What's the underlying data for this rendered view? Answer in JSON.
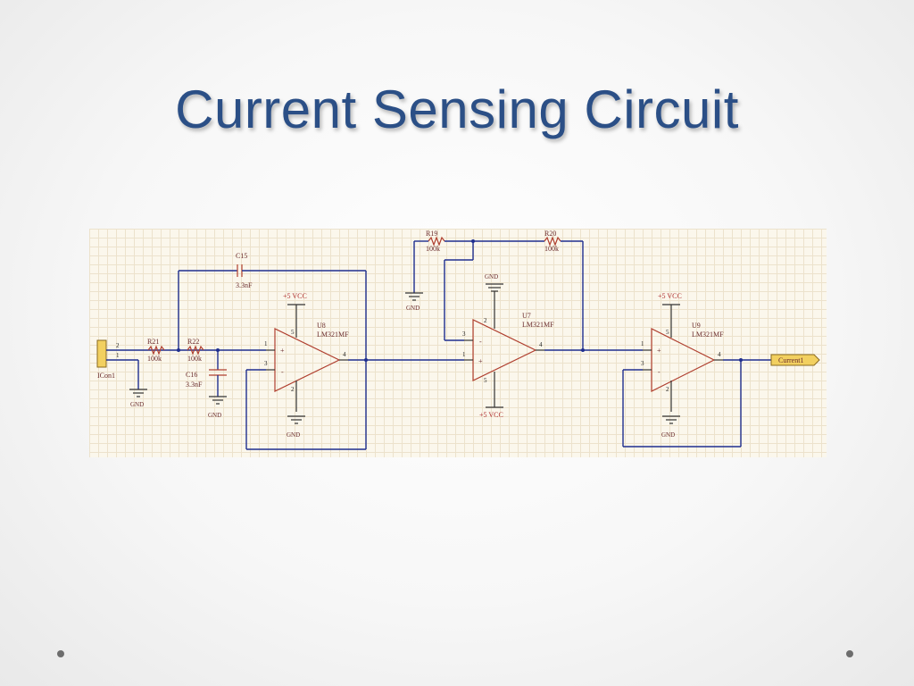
{
  "slide": {
    "title": "Current Sensing Circuit"
  },
  "schematic": {
    "connector": {
      "ref": "ICon1",
      "pin_top": "2",
      "pin_bottom": "1"
    },
    "resistors": [
      {
        "ref": "R21",
        "value": "100k"
      },
      {
        "ref": "R22",
        "value": "100k"
      },
      {
        "ref": "R19",
        "value": "100k"
      },
      {
        "ref": "R20",
        "value": "100k"
      }
    ],
    "capacitors": [
      {
        "ref": "C15",
        "value": "3.3nF"
      },
      {
        "ref": "C16",
        "value": "3.3nF"
      }
    ],
    "opamps": [
      {
        "ref": "U8",
        "part": "LM321MF",
        "vcc": "+5 VCC",
        "gnd": "GND",
        "pins": [
          "1",
          "3",
          "4",
          "5",
          "2"
        ]
      },
      {
        "ref": "U7",
        "part": "LM321MF",
        "vcc": "+5 VCC",
        "gnd": "GND",
        "pins": [
          "3",
          "1",
          "4",
          "2",
          "5"
        ]
      },
      {
        "ref": "U9",
        "part": "LM321MF",
        "vcc": "+5 VCC",
        "gnd": "GND",
        "pins": [
          "1",
          "3",
          "4",
          "5",
          "2"
        ]
      }
    ],
    "gnd_label": "GND",
    "output_port": "Current1",
    "plus_sign": "+",
    "minus_sign": "-"
  }
}
